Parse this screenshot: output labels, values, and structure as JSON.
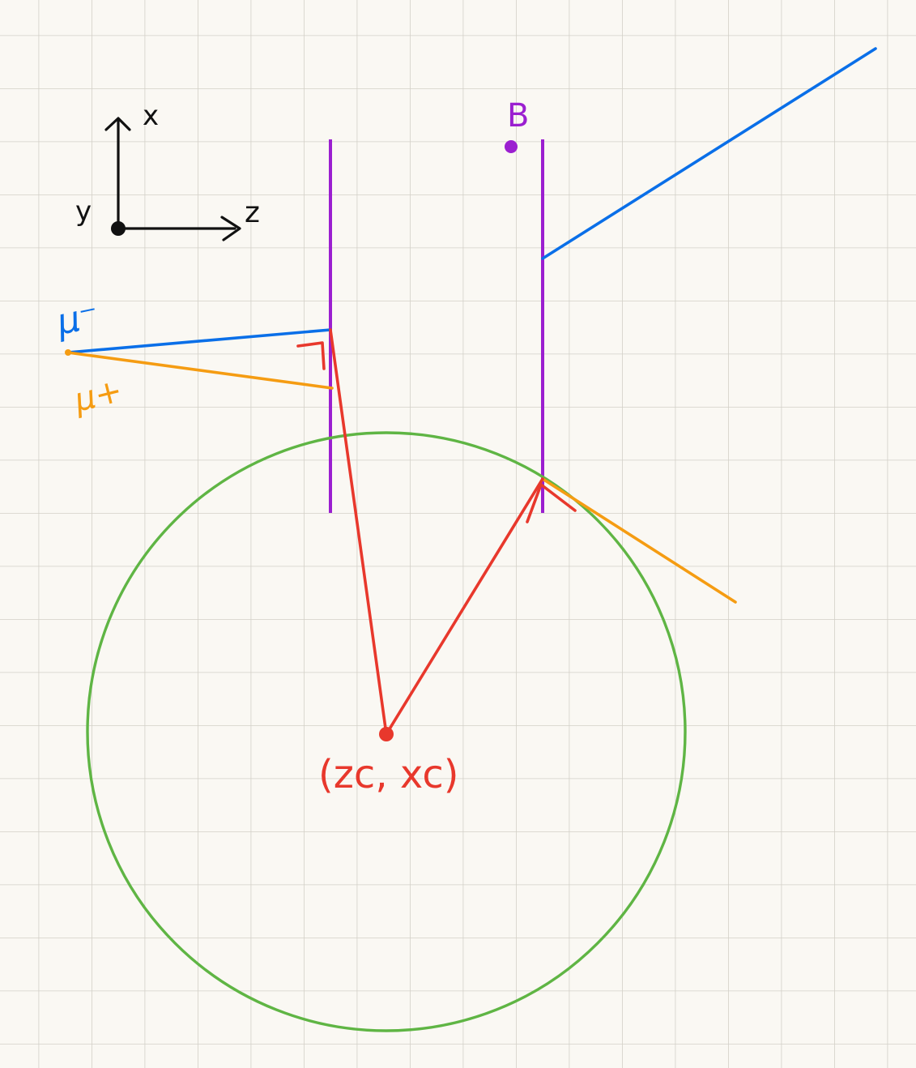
{
  "colors": {
    "paper": "#faf8f3",
    "grid": "#d3d0c8",
    "axes": "#111111",
    "magnet": "#9b1fd0",
    "mu_minus": "#0a6fe8",
    "mu_plus": "#f59c12",
    "radius": "#e8382c",
    "circle": "#5fb544"
  },
  "axes": {
    "x_label": "x",
    "y_label": "y",
    "z_label": "z"
  },
  "labels": {
    "field": "B",
    "mu_minus": "μ⁻",
    "mu_plus": "μ+",
    "center": "(zc, xc)"
  },
  "icons": {
    "right_angle": "right-angle-marker",
    "origin_dot": "out-of-page-dot"
  }
}
